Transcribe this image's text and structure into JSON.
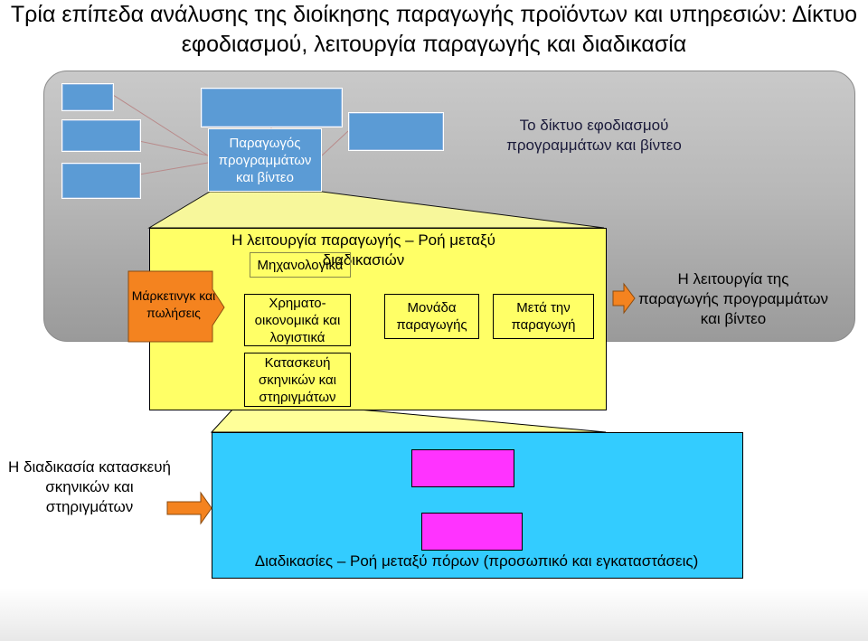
{
  "title": "Τρία επίπεδα ανάλυσης της διοίκησης παραγωγής προϊόντων και υπηρεσιών: Δίκτυο εφοδιασμού, λειτουργία παραγωγής και διαδικασία",
  "supply_network": {
    "producer_box": "Παραγωγός προγραμμάτων και βίντεο",
    "label": "Το δίκτυο εφοδιασμού προγραμμάτων και βίντεο"
  },
  "production_function": {
    "heading": "Η λειτουργία παραγωγής – Ροή μεταξύ διαδικασιών",
    "marketing_box": "Μάρκετινγκ και πωλήσεις",
    "mechanical_label": "Μηχανολογικά",
    "finance_box": "Χρηματο-οικονομικά και λογιστικά",
    "construction_box": "Κατασκευή σκηνικών και στηριγμάτων",
    "production_unit_box": "Μονάδα παραγωγής",
    "post_production_box": "Μετά την παραγωγή",
    "label": "Η λειτουργία της παραγωγής προγραμμάτων και βίντεο"
  },
  "process": {
    "label": "Η διαδικασία κατασκευή σκηνικών και στηριγμάτων",
    "footer": "Διαδικασίες – Ροή μεταξύ πόρων (προσωπικό και εγκαταστάσεις)"
  },
  "colors": {
    "yellow": "#ffff66",
    "cyan": "#33ccff",
    "magenta": "#ff33ff",
    "blue": "#5b9bd5",
    "orange": "#f4831f"
  }
}
